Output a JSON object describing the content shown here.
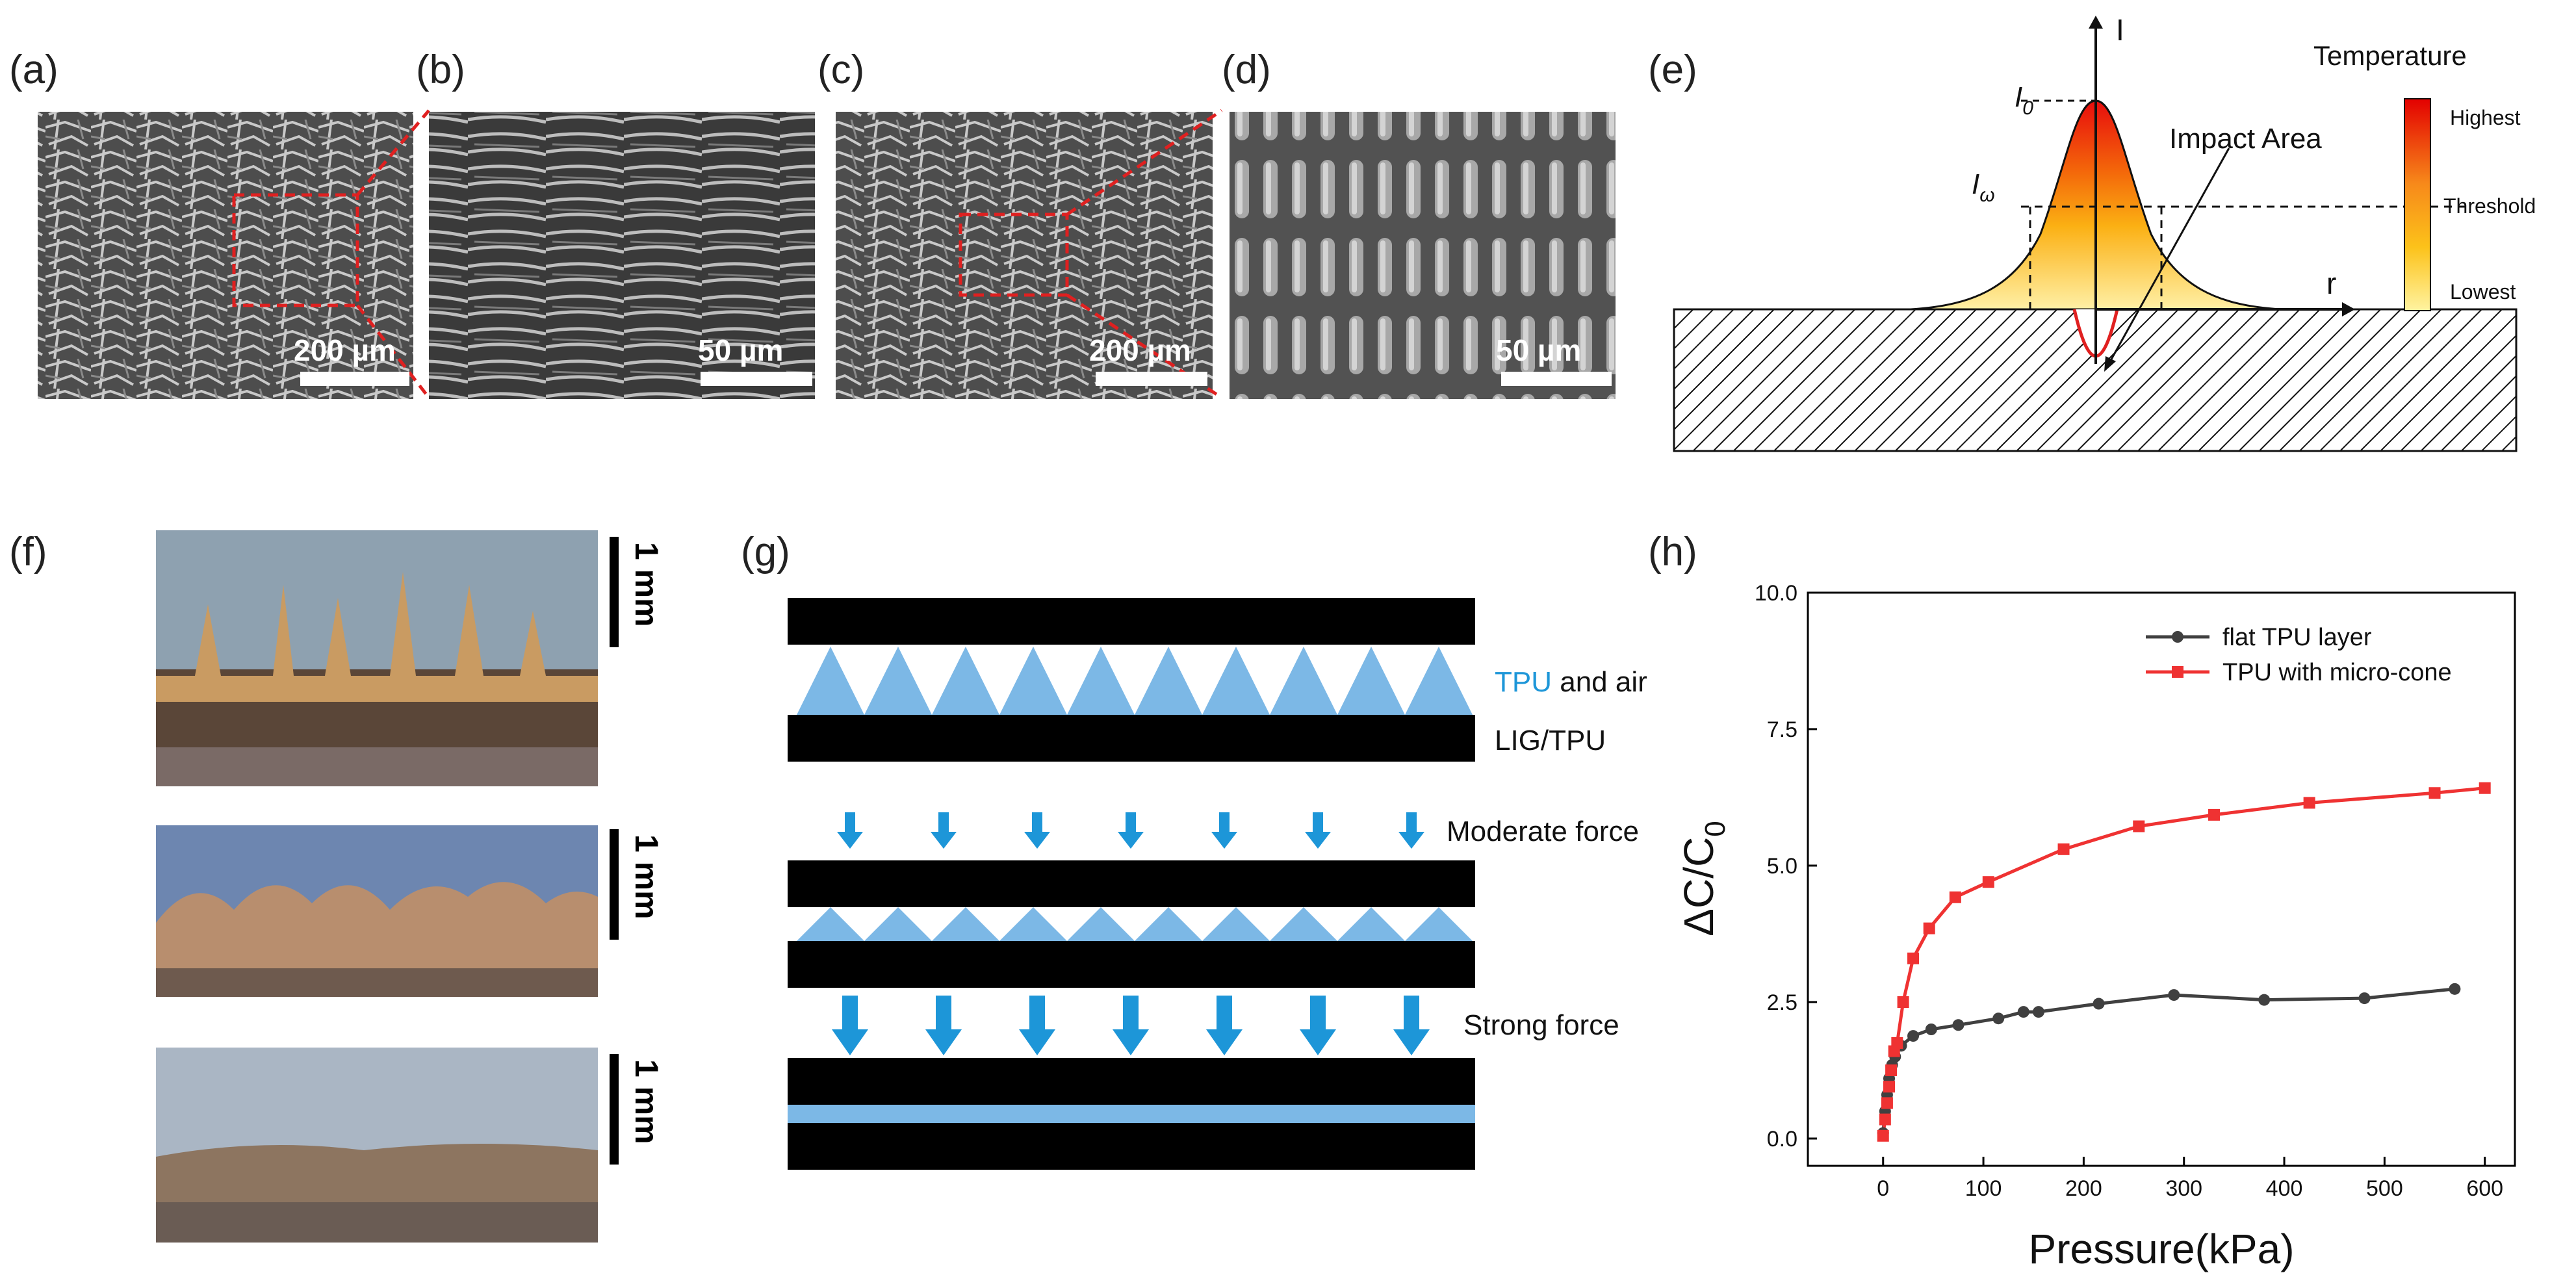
{
  "figure": {
    "panel_labels": {
      "a": "(a)",
      "b": "(b)",
      "c": "(c)",
      "d": "(d)",
      "e": "(e)",
      "f": "(f)",
      "g": "(g)",
      "h": "(h)"
    },
    "sem": {
      "a_scale": "200 µm",
      "b_scale": "50 µm",
      "c_scale": "200 µm",
      "d_scale": "50 µm"
    },
    "laser": {
      "axis_i": "I",
      "axis_r": "r",
      "i0": "I",
      "i0_sub": "0",
      "iw": "I",
      "iw_sub": "ω",
      "impact": "Impact Area",
      "colorbar_title": "Temperature",
      "highest": "Highest",
      "threshold": "Threshold",
      "lowest": "Lowest"
    },
    "photos": {
      "scale1": "1 mm",
      "scale2": "1 mm",
      "scale3": "1 mm"
    },
    "schematic": {
      "tpu_word": "TPU",
      "and_air": " and air",
      "lig": "LIG/TPU",
      "moderate": "Moderate force",
      "strong": "Strong force"
    }
  },
  "chart_data": {
    "type": "line",
    "xlabel": "Pressure(kPa)",
    "ylabel": "ΔC/C",
    "ylabel_sub": "0",
    "xlim": [
      -75,
      630
    ],
    "ylim": [
      -0.5,
      10.0
    ],
    "xticks": [
      "0",
      "100",
      "200",
      "300",
      "400",
      "500",
      "600"
    ],
    "yticks": [
      "0.0",
      "2.5",
      "5.0",
      "7.5",
      "10.0"
    ],
    "legend_position": "top-right",
    "colors": {
      "flat": "#404040",
      "cone": "#ef3232"
    },
    "series": [
      {
        "name": "flat TPU layer",
        "marker": "circle",
        "x": [
          0,
          2,
          4,
          6,
          9,
          12,
          18,
          30,
          48,
          75,
          115,
          140,
          155,
          215,
          290,
          380,
          480,
          570
        ],
        "y": [
          0.1,
          0.5,
          0.8,
          1.1,
          1.35,
          1.5,
          1.7,
          1.88,
          2.0,
          2.08,
          2.2,
          2.32,
          2.32,
          2.47,
          2.63,
          2.54,
          2.57,
          2.74
        ]
      },
      {
        "name": "TPU with micro-cone",
        "marker": "square",
        "x": [
          0,
          2,
          4,
          6,
          8,
          11,
          14,
          20,
          30,
          46,
          72,
          105,
          180,
          255,
          330,
          425,
          550,
          600
        ],
        "y": [
          0.05,
          0.35,
          0.65,
          0.95,
          1.25,
          1.6,
          1.75,
          2.5,
          3.3,
          3.85,
          4.42,
          4.7,
          5.3,
          5.72,
          5.93,
          6.15,
          6.33,
          6.42
        ]
      }
    ]
  }
}
